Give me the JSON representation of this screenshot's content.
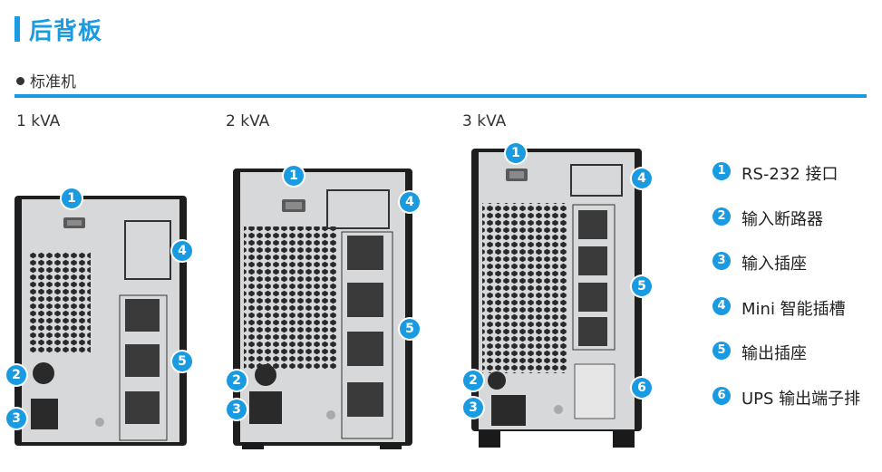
{
  "header": {
    "title": "后背板",
    "subtitle": "标准机"
  },
  "models": [
    {
      "label": "1 kVA"
    },
    {
      "label": "2 kVA"
    },
    {
      "label": "3 kVA"
    }
  ],
  "badges": [
    "1",
    "2",
    "3",
    "4",
    "5",
    "6"
  ],
  "legend": [
    {
      "num": "1",
      "text": "RS-232 接口"
    },
    {
      "num": "2",
      "text": "输入断路器"
    },
    {
      "num": "3",
      "text": "输入插座"
    },
    {
      "num": "4",
      "text": "Mini 智能插槽"
    },
    {
      "num": "5",
      "text": "输出插座"
    },
    {
      "num": "6",
      "text": "UPS 输出端子排"
    }
  ],
  "colors": {
    "accent": "#1a9ae0",
    "panel": "#d7d8da",
    "case": "#1e1e1e"
  }
}
